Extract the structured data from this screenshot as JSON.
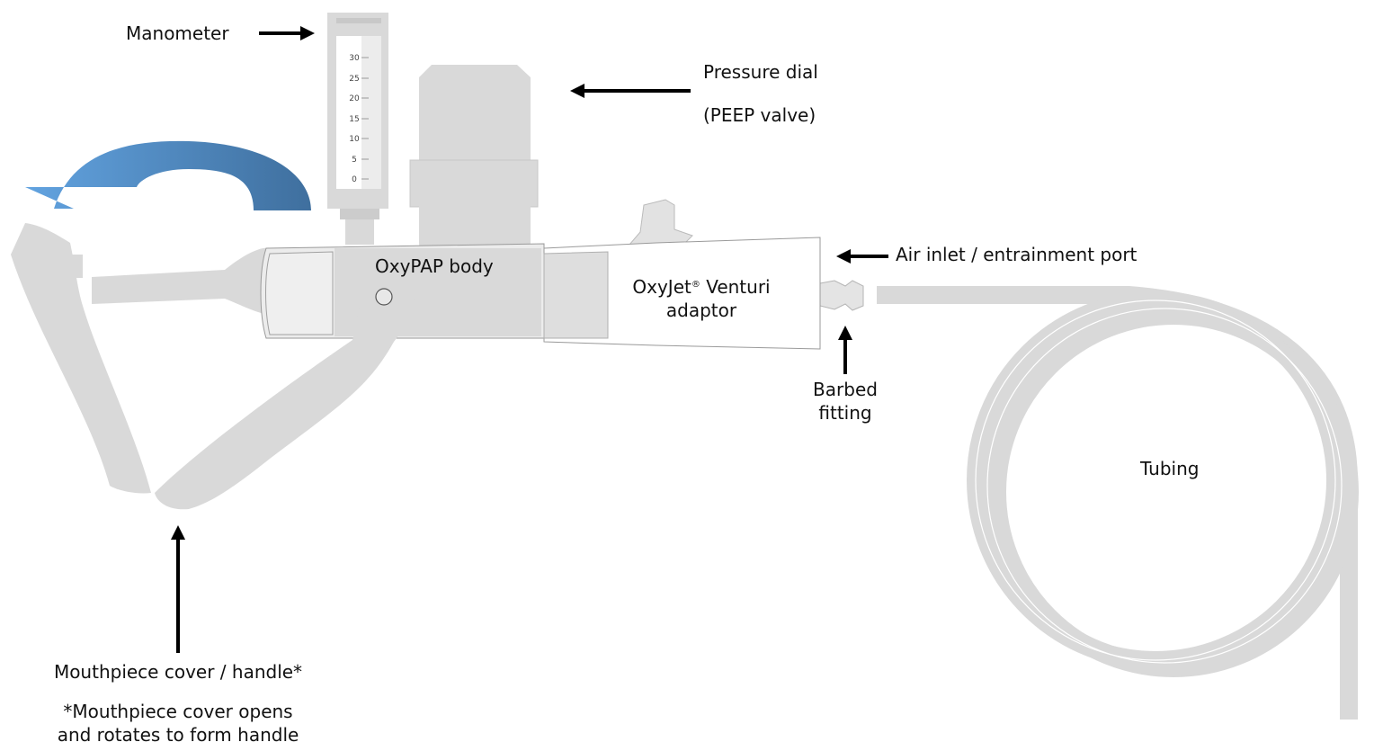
{
  "labels": {
    "manometer": "Manometer",
    "pressure_dial": "Pressure dial",
    "peep_valve": "(PEEP valve)",
    "oxypap_body": "OxyPAP body",
    "venturi_line1_pre": "OxyJet",
    "venturi_reg": "®",
    "venturi_line1_post": " Venturi",
    "venturi_line2": "adaptor",
    "air_inlet": "Air inlet / entrainment port",
    "barbed_line1": "Barbed",
    "barbed_line2": "fitting",
    "tubing": "Tubing",
    "mouthpiece": "Mouthpiece cover / handle*",
    "note_line1": "*Mouthpiece cover opens",
    "note_line2": "and rotates to form handle"
  },
  "manometer_scale": [
    "30",
    "25",
    "20",
    "15",
    "10",
    "5",
    "0"
  ],
  "colors": {
    "part_fill": "#d9d9d9",
    "part_fill_light": "#e4e4e4",
    "outline": "#9a9a9a",
    "arrow_light": "#5b9bd5",
    "arrow_dark": "#41719c",
    "pointer": "#000000"
  }
}
